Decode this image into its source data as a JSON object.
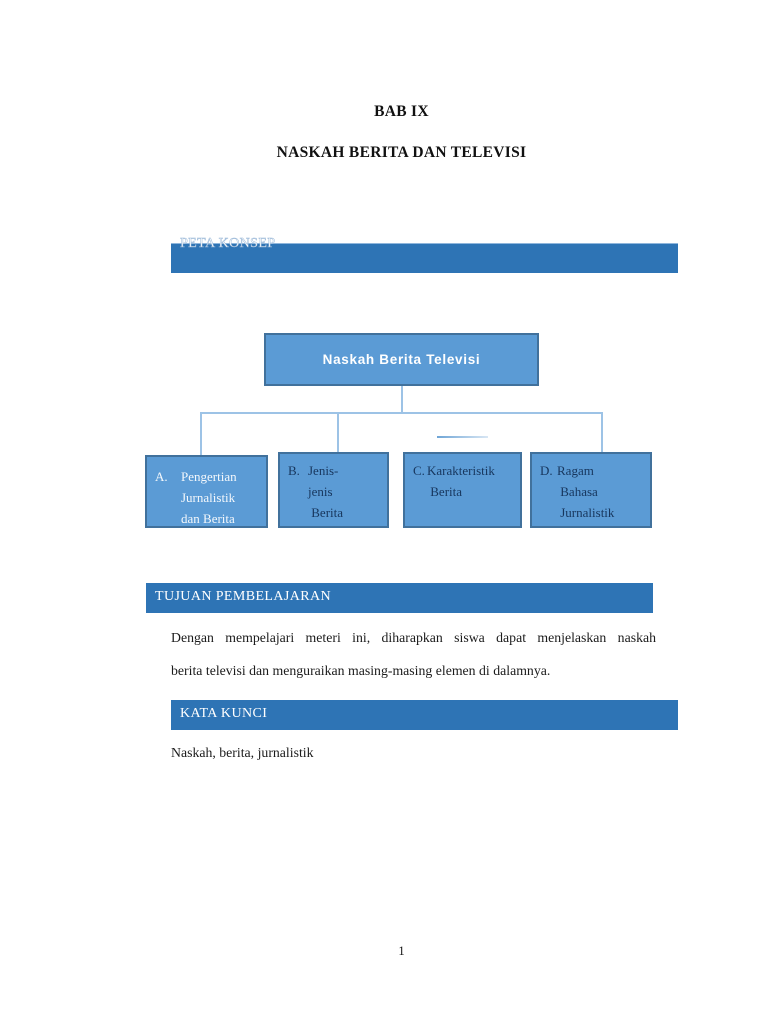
{
  "doc": {
    "chapter_title": "BAB IX",
    "chapter_subtitle": "NASKAH BERITA DAN TELEVISI",
    "page_number": "1"
  },
  "sections": {
    "peta_konsep": {
      "heading": "PETA KONSEP"
    },
    "tujuan_pembelajaran": {
      "heading": "TUJUAN PEMBELAJARAN",
      "body_line1": "Dengan mempelajari meteri ini, diharapkan siswa dapat menjelaskan naskah",
      "body_line2": "berita televisi dan menguraikan masing-masing elemen di dalamnya."
    },
    "kata_kunci": {
      "heading": "KATA KUNCI",
      "keywords": "Naskah, berita, jurnalistik"
    }
  },
  "concept_map": {
    "root": "Naskah Berita Televisi",
    "children": [
      {
        "marker": "A.",
        "label": "Pengertian\nJurnalistik\ndan Berita"
      },
      {
        "marker": "B.",
        "label": "Jenis-\njenis\n Berita"
      },
      {
        "marker": "C.",
        "label": "Karakteristik\n Berita"
      },
      {
        "marker": "D.",
        "label": "Ragam\n Bahasa\n Jurnalistik"
      }
    ]
  },
  "colors": {
    "banner_blue": "#2E74B5",
    "node_fill": "#5B9BD5",
    "node_border": "#41719C",
    "connector_line": "#9DC3E6",
    "node_text_dark": "#17365D",
    "node_text_light": "#FFFFFF"
  }
}
